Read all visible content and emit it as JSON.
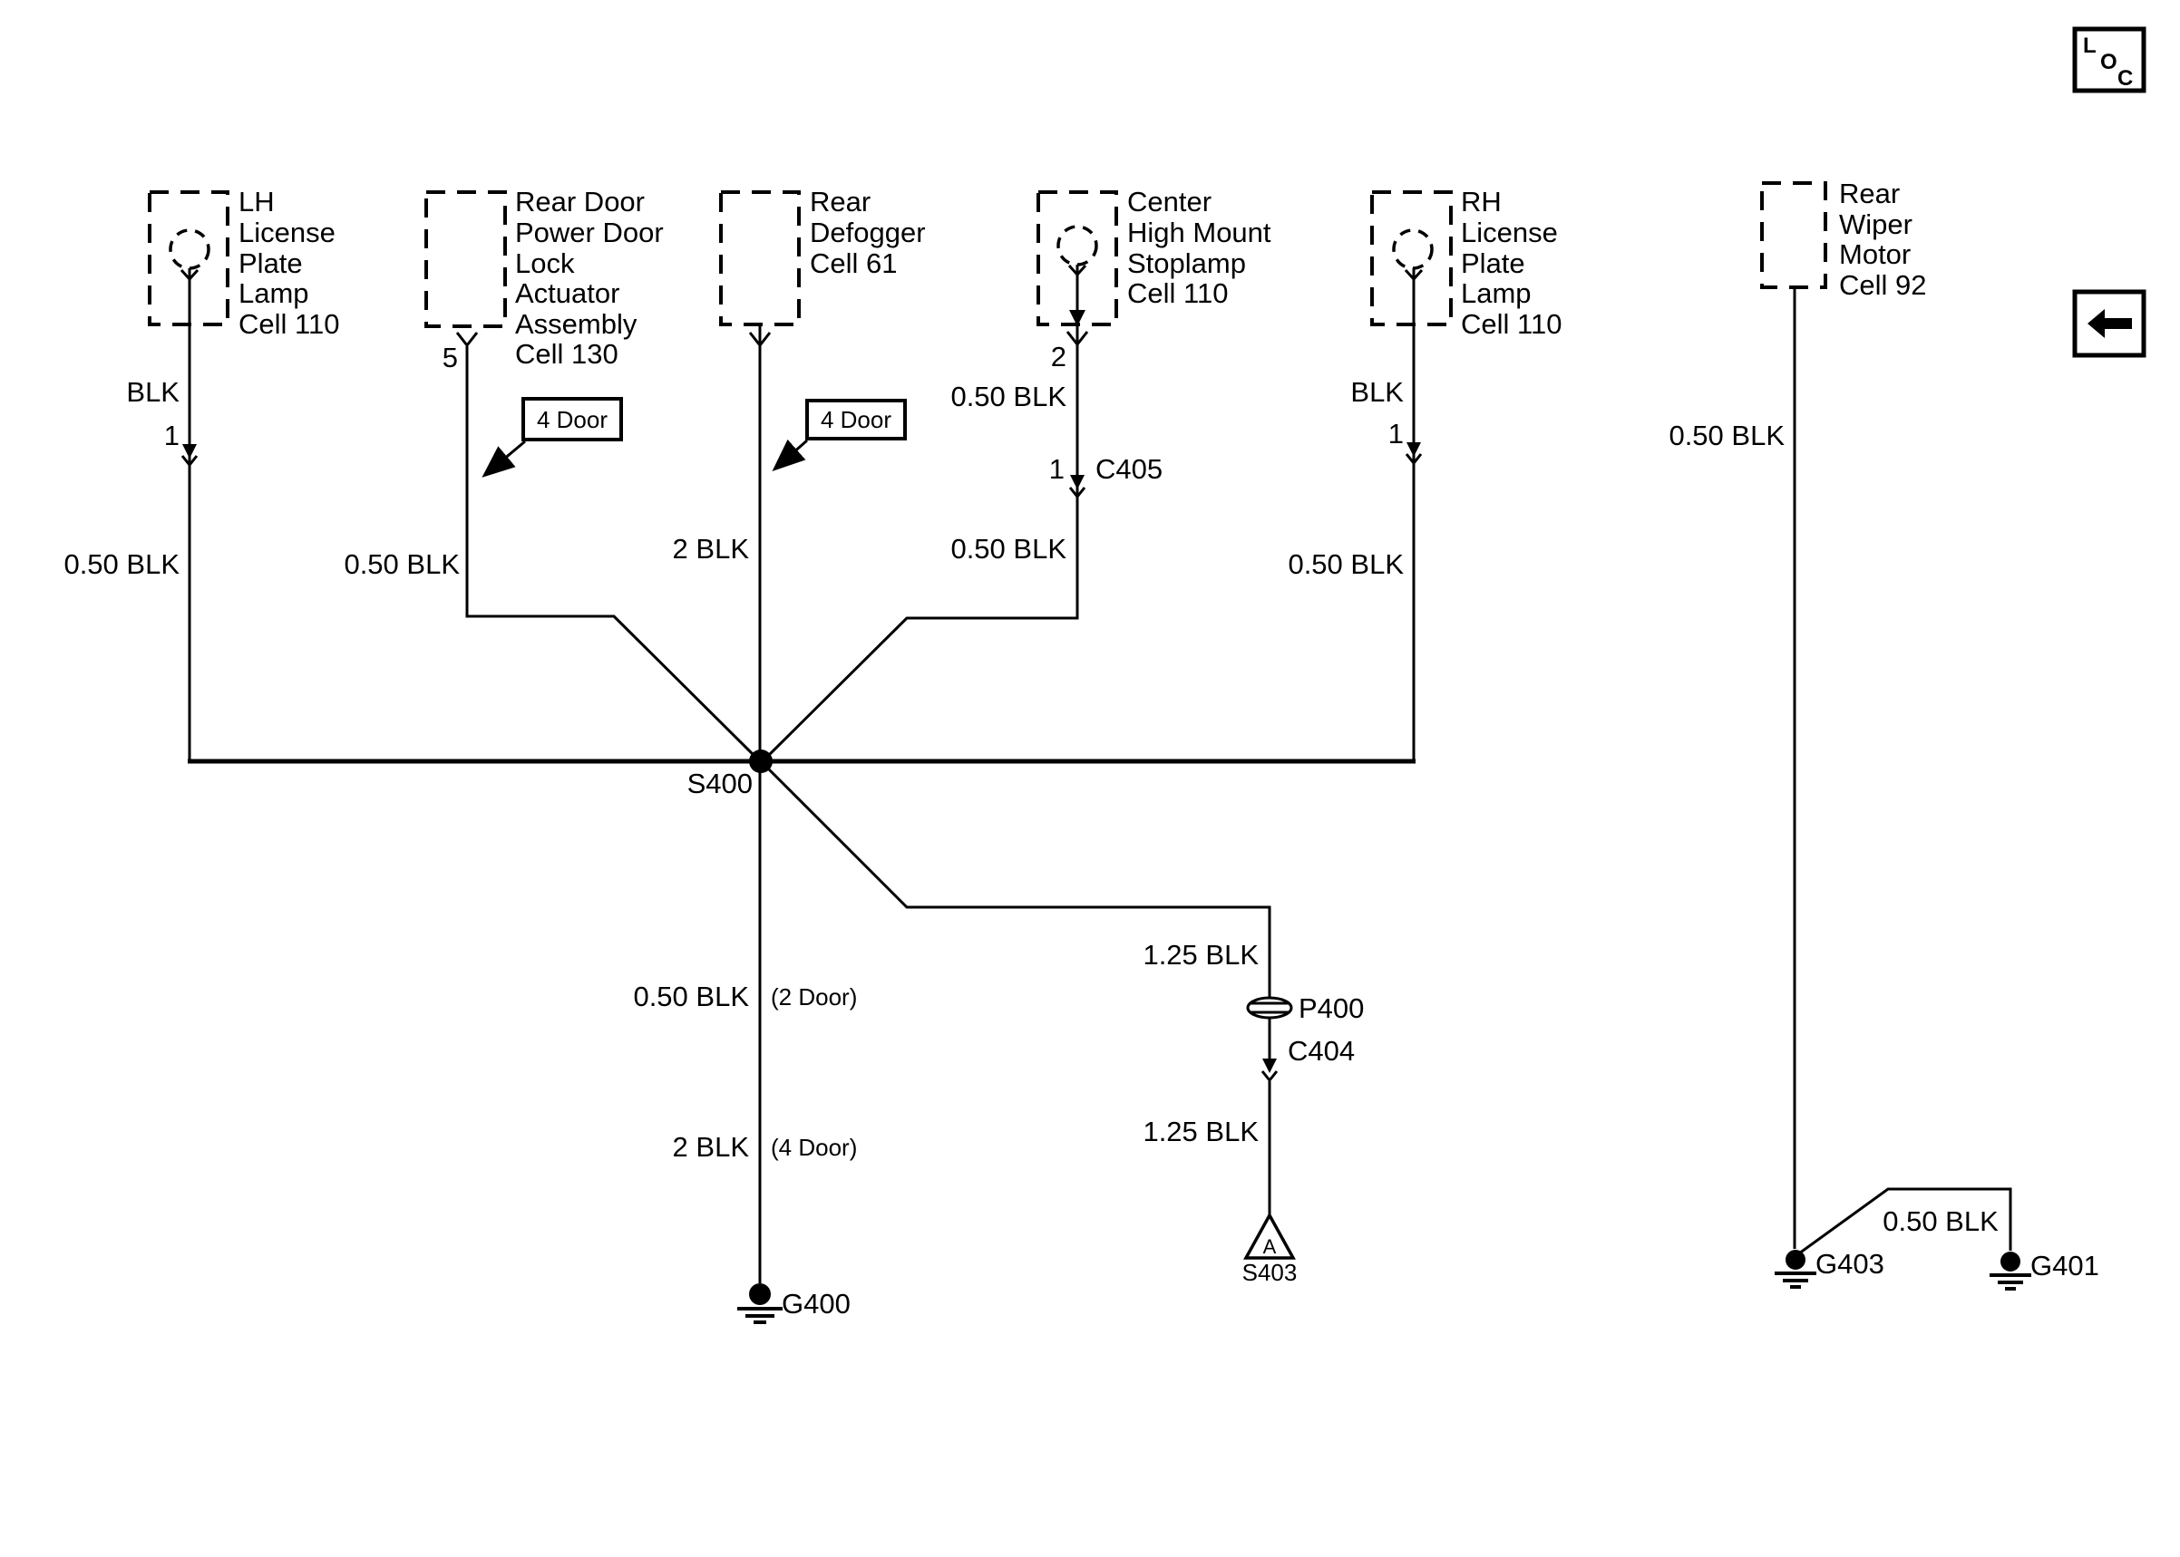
{
  "corner": {
    "loc": [
      "L",
      "O",
      "C"
    ]
  },
  "components": [
    {
      "name": "lh-license-plate-lamp",
      "lines": [
        "LH",
        "License",
        "Plate",
        "Lamp",
        "Cell 110"
      ]
    },
    {
      "name": "rear-door-power-door-lock-actuator-assembly",
      "lines": [
        "Rear Door",
        "Power Door",
        "Lock",
        "Actuator",
        "Assembly",
        "Cell 130"
      ]
    },
    {
      "name": "rear-defogger",
      "lines": [
        "Rear",
        "Defogger",
        "Cell 61"
      ]
    },
    {
      "name": "center-high-mount-stoplamp",
      "lines": [
        "Center",
        "High Mount",
        "Stoplamp",
        "Cell 110"
      ]
    },
    {
      "name": "rh-license-plate-lamp",
      "lines": [
        "RH",
        "License",
        "Plate",
        "Lamp",
        "Cell 110"
      ]
    },
    {
      "name": "rear-wiper-motor",
      "lines": [
        "Rear",
        "Wiper",
        "Motor",
        "Cell 92"
      ]
    }
  ],
  "wires": {
    "lh": {
      "label": "BLK",
      "pin": "1",
      "gauge": "0.50 BLK"
    },
    "rear_door": {
      "pin": "5",
      "gauge": "0.50 BLK"
    },
    "defogger": {
      "gauge": "2 BLK"
    },
    "stoplamp": {
      "pin_top": "2",
      "gauge_top": "0.50 BLK",
      "pin_bottom": "1",
      "connector": "C405",
      "gauge_bottom": "0.50 BLK"
    },
    "rh": {
      "label": "BLK",
      "pin": "1",
      "gauge": "0.50 BLK"
    },
    "wiper": {
      "gauge": "0.50 BLK"
    },
    "splice_branch": {
      "gauge_top": "1.25 BLK",
      "pass_through": "P400",
      "connector": "C404",
      "gauge_bottom": "1.25 BLK",
      "splice_letter": "A",
      "splice": "S403"
    },
    "to_g400": {
      "gauge_2door": "0.50 BLK",
      "variant_2door": "(2 Door)",
      "gauge_4door": "2 BLK",
      "variant_4door": "(4 Door)"
    },
    "g403_link": {
      "gauge": "0.50 BLK"
    }
  },
  "splices": {
    "s400": "S400"
  },
  "grounds": {
    "g400": "G400",
    "g403": "G403",
    "g401": "G401"
  },
  "tags": {
    "four_door": "4 Door"
  },
  "colors": {
    "line": "#000000",
    "background": "#ffffff"
  }
}
